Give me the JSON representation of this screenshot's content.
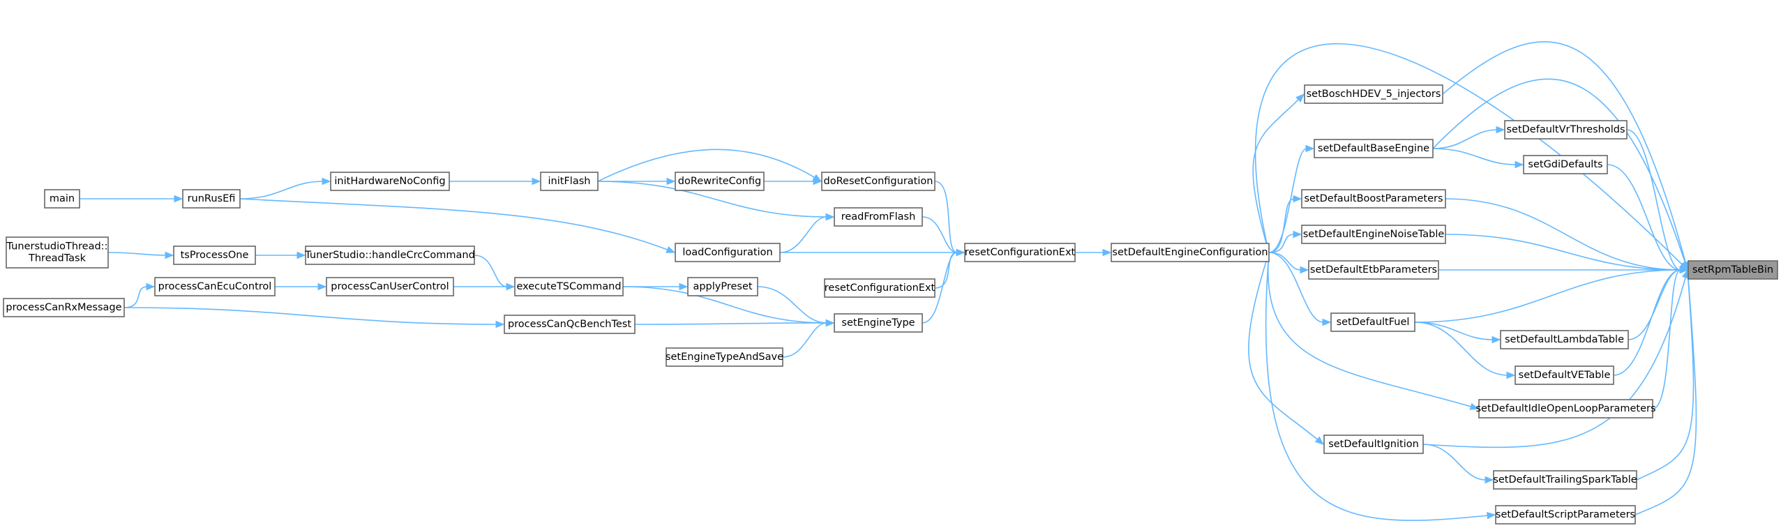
{
  "root": "setRpmTableBin",
  "nodes": [
    {
      "id": "main",
      "label": "main"
    },
    {
      "id": "tsThreadTask",
      "label": "TunerstudioThread::\nThreadTask"
    },
    {
      "id": "processCanRxMessage",
      "label": "processCanRxMessage"
    },
    {
      "id": "runRusEfi",
      "label": "runRusEfi"
    },
    {
      "id": "tsProcessOne",
      "label": "tsProcessOne"
    },
    {
      "id": "processCanEcuControl",
      "label": "processCanEcuControl"
    },
    {
      "id": "initHardwareNoConfig",
      "label": "initHardwareNoConfig"
    },
    {
      "id": "handleCrcCommand",
      "label": "TunerStudio::handleCrcCommand"
    },
    {
      "id": "processCanUserControl",
      "label": "processCanUserControl"
    },
    {
      "id": "initFlash",
      "label": "initFlash"
    },
    {
      "id": "executeTSCommand",
      "label": "executeTSCommand"
    },
    {
      "id": "processCanQcBenchTest",
      "label": "processCanQcBenchTest"
    },
    {
      "id": "doRewriteConfig",
      "label": "doRewriteConfig"
    },
    {
      "id": "loadConfiguration",
      "label": "loadConfiguration"
    },
    {
      "id": "applyPreset",
      "label": "applyPreset"
    },
    {
      "id": "setEngineTypeAndSave",
      "label": "setEngineTypeAndSave"
    },
    {
      "id": "doResetConfiguration",
      "label": "doResetConfiguration"
    },
    {
      "id": "readFromFlash",
      "label": "readFromFlash"
    },
    {
      "id": "resetConfigurationExt2",
      "label": "resetConfigurationExt"
    },
    {
      "id": "setEngineType",
      "label": "setEngineType"
    },
    {
      "id": "resetConfigurationExt",
      "label": "resetConfigurationExt"
    },
    {
      "id": "setDefaultEngineConfiguration",
      "label": "setDefaultEngineConfiguration"
    },
    {
      "id": "setBoschHDEV_5_injectors",
      "label": "setBoschHDEV_5_injectors"
    },
    {
      "id": "setDefaultBaseEngine",
      "label": "setDefaultBaseEngine"
    },
    {
      "id": "setDefaultBoostParameters",
      "label": "setDefaultBoostParameters"
    },
    {
      "id": "setDefaultEngineNoiseTable",
      "label": "setDefaultEngineNoiseTable"
    },
    {
      "id": "setDefaultEtbParameters",
      "label": "setDefaultEtbParameters"
    },
    {
      "id": "setDefaultFuel",
      "label": "setDefaultFuel"
    },
    {
      "id": "setDefaultIdleOpenLoopParameters",
      "label": "setDefaultIdleOpenLoopParameters"
    },
    {
      "id": "setDefaultIgnition",
      "label": "setDefaultIgnition"
    },
    {
      "id": "setDefaultScriptParameters",
      "label": "setDefaultScriptParameters"
    },
    {
      "id": "setDefaultVrThresholds",
      "label": "setDefaultVrThresholds"
    },
    {
      "id": "setGdiDefaults",
      "label": "setGdiDefaults"
    },
    {
      "id": "setDefaultLambdaTable",
      "label": "setDefaultLambdaTable"
    },
    {
      "id": "setDefaultVETable",
      "label": "setDefaultVETable"
    },
    {
      "id": "setDefaultTrailingSparkTable",
      "label": "setDefaultTrailingSparkTable"
    },
    {
      "id": "setRpmTableBin",
      "label": "setRpmTableBin"
    }
  ],
  "edges": [
    [
      "main",
      "runRusEfi"
    ],
    [
      "runRusEfi",
      "initHardwareNoConfig"
    ],
    [
      "initHardwareNoConfig",
      "initFlash"
    ],
    [
      "initFlash",
      "doRewriteConfig"
    ],
    [
      "doRewriteConfig",
      "doResetConfiguration"
    ],
    [
      "initFlash",
      "doResetConfiguration"
    ],
    [
      "initFlash",
      "readFromFlash"
    ],
    [
      "runRusEfi",
      "loadConfiguration"
    ],
    [
      "loadConfiguration",
      "readFromFlash"
    ],
    [
      "loadConfiguration",
      "resetConfigurationExt"
    ],
    [
      "doResetConfiguration",
      "resetConfigurationExt"
    ],
    [
      "readFromFlash",
      "resetConfigurationExt"
    ],
    [
      "resetConfigurationExt2",
      "resetConfigurationExt"
    ],
    [
      "setEngineType",
      "resetConfigurationExt"
    ],
    [
      "tsThreadTask",
      "tsProcessOne"
    ],
    [
      "tsProcessOne",
      "handleCrcCommand"
    ],
    [
      "handleCrcCommand",
      "executeTSCommand"
    ],
    [
      "processCanRxMessage",
      "processCanEcuControl"
    ],
    [
      "processCanEcuControl",
      "processCanUserControl"
    ],
    [
      "processCanUserControl",
      "executeTSCommand"
    ],
    [
      "executeTSCommand",
      "applyPreset"
    ],
    [
      "applyPreset",
      "setEngineType"
    ],
    [
      "executeTSCommand",
      "setEngineType"
    ],
    [
      "processCanRxMessage",
      "processCanQcBenchTest"
    ],
    [
      "processCanQcBenchTest",
      "setEngineType"
    ],
    [
      "setEngineTypeAndSave",
      "setEngineType"
    ],
    [
      "resetConfigurationExt",
      "setDefaultEngineConfiguration"
    ],
    [
      "setDefaultEngineConfiguration",
      "setBoschHDEV_5_injectors"
    ],
    [
      "setDefaultEngineConfiguration",
      "setDefaultBaseEngine"
    ],
    [
      "setDefaultEngineConfiguration",
      "setDefaultBoostParameters"
    ],
    [
      "setDefaultEngineConfiguration",
      "setDefaultEngineNoiseTable"
    ],
    [
      "setDefaultEngineConfiguration",
      "setDefaultEtbParameters"
    ],
    [
      "setDefaultEngineConfiguration",
      "setDefaultFuel"
    ],
    [
      "setDefaultEngineConfiguration",
      "setDefaultIdleOpenLoopParameters"
    ],
    [
      "setDefaultEngineConfiguration",
      "setDefaultIgnition"
    ],
    [
      "setDefaultEngineConfiguration",
      "setDefaultScriptParameters"
    ],
    [
      "setDefaultEngineConfiguration",
      "setRpmTableBin"
    ],
    [
      "setDefaultBaseEngine",
      "setDefaultVrThresholds"
    ],
    [
      "setDefaultBaseEngine",
      "setGdiDefaults"
    ],
    [
      "setDefaultFuel",
      "setDefaultLambdaTable"
    ],
    [
      "setDefaultFuel",
      "setDefaultVETable"
    ],
    [
      "setDefaultIgnition",
      "setDefaultTrailingSparkTable"
    ],
    [
      "setBoschHDEV_5_injectors",
      "setRpmTableBin"
    ],
    [
      "setDefaultBaseEngine",
      "setRpmTableBin"
    ],
    [
      "setDefaultVrThresholds",
      "setRpmTableBin"
    ],
    [
      "setGdiDefaults",
      "setRpmTableBin"
    ],
    [
      "setDefaultBoostParameters",
      "setRpmTableBin"
    ],
    [
      "setDefaultEngineNoiseTable",
      "setRpmTableBin"
    ],
    [
      "setDefaultEtbParameters",
      "setRpmTableBin"
    ],
    [
      "setDefaultFuel",
      "setRpmTableBin"
    ],
    [
      "setDefaultLambdaTable",
      "setRpmTableBin"
    ],
    [
      "setDefaultVETable",
      "setRpmTableBin"
    ],
    [
      "setDefaultIdleOpenLoopParameters",
      "setRpmTableBin"
    ],
    [
      "setDefaultIgnition",
      "setRpmTableBin"
    ],
    [
      "setDefaultTrailingSparkTable",
      "setRpmTableBin"
    ],
    [
      "setDefaultScriptParameters",
      "setRpmTableBin"
    ]
  ]
}
